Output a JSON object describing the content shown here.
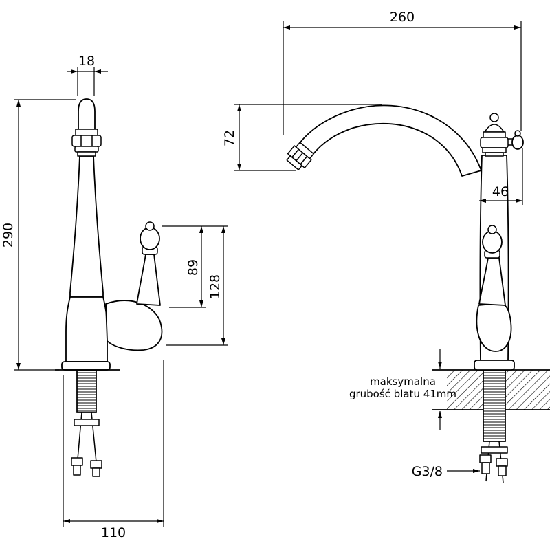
{
  "drawing": {
    "type": "technical-dimension-drawing",
    "subject": "retro kitchen faucet, front and side views",
    "line_color": "#000000",
    "background": "#ffffff"
  },
  "front_view": {
    "dims": {
      "spout_tip_width_mm": "18",
      "total_height_mm": "290",
      "handle_upper_mm": "89",
      "handle_full_mm": "128",
      "base_span_mm": "110"
    }
  },
  "side_view": {
    "dims": {
      "spout_reach_mm": "260",
      "spout_drop_mm": "72",
      "body_depth_mm": "46",
      "thread_size": "G3/8"
    },
    "counter_note": {
      "line1": "maksymalna",
      "line2": "grubość blatu 41mm"
    }
  }
}
